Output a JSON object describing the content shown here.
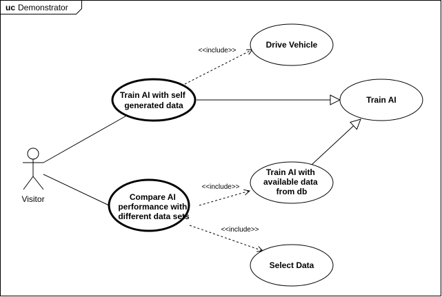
{
  "frame": {
    "keyword": "uc",
    "name": "Demonstrator"
  },
  "actor": {
    "name": "Visitor"
  },
  "use_cases": {
    "drive_vehicle": {
      "lines": [
        "Drive Vehicle"
      ]
    },
    "train_self": {
      "lines": [
        "Train AI with self",
        "generated data"
      ]
    },
    "train_ai": {
      "lines": [
        "Train AI"
      ]
    },
    "train_db": {
      "lines": [
        "Train AI with",
        "available data",
        "from db"
      ]
    },
    "compare": {
      "lines": [
        "Compare AI",
        "performance with",
        "different data sets"
      ]
    },
    "select_data": {
      "lines": [
        "Select Data"
      ]
    }
  },
  "relations": {
    "include_drive": "<<include>>",
    "include_db": "<<include>>",
    "include_select": "<<include>>"
  },
  "colors": {
    "stroke": "#000000",
    "fill": "#ffffff"
  }
}
